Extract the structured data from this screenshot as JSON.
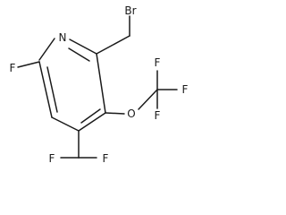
{
  "structure": {
    "atoms": {
      "n_ring": "N",
      "f_ring": "F",
      "br": "Br",
      "o_ether": "O",
      "f_cf3_top": "F",
      "f_cf3_right": "F",
      "f_cf3_bottom": "F",
      "f_chf2_left": "F",
      "f_chf2_right": "F"
    }
  }
}
